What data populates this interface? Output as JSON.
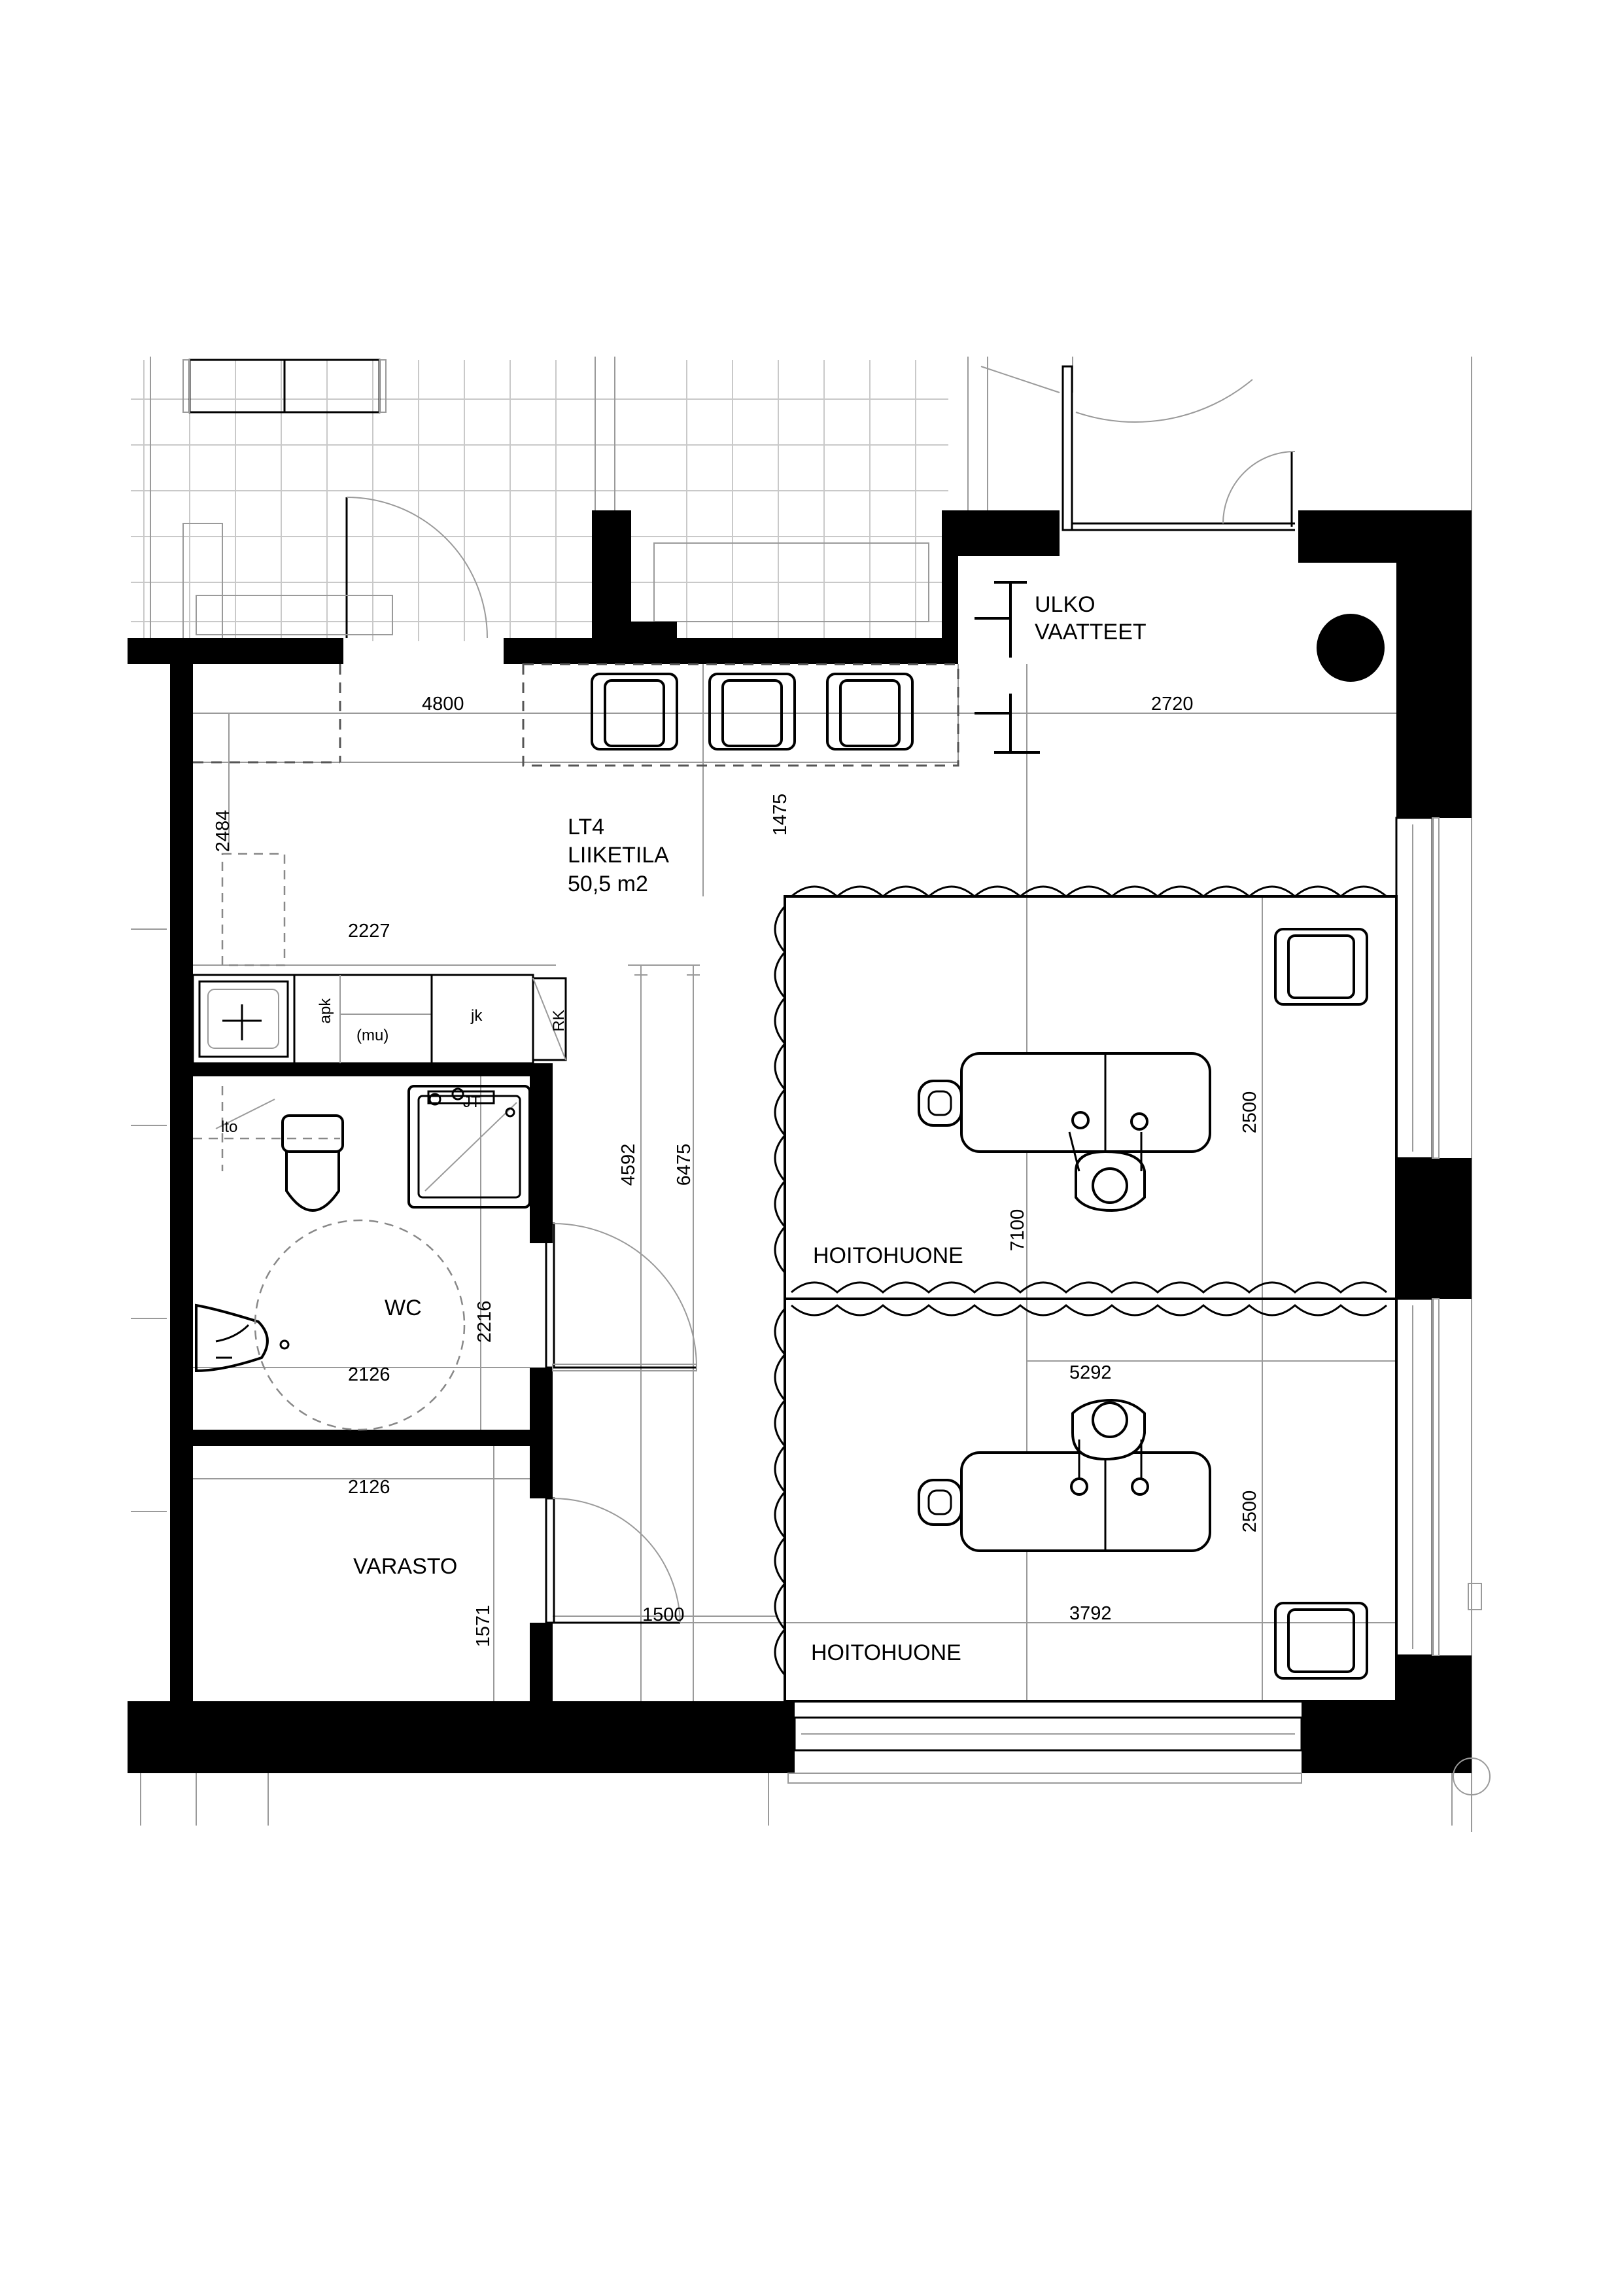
{
  "rooms": {
    "main": {
      "code": "LT4",
      "name": "LIIKETILA",
      "area": "50,5 m2"
    },
    "outer_clothes": {
      "line1": "ULKO",
      "line2": "VAATTEET"
    },
    "wc": "WC",
    "storage": "VARASTO",
    "treatment_1": "HOITOHUONE",
    "treatment_2": "HOITOHUONE"
  },
  "fixtures": {
    "apk": "apk",
    "mu": "(mu)",
    "jk": "jk",
    "rk": "RK",
    "lto": "lto",
    "jt": "JT"
  },
  "dimensions": {
    "top_left": "4800",
    "top_right": "2720",
    "left_vertical": "2484",
    "center_vertical": "1475",
    "kitchen_width": "2227",
    "v_4592": "4592",
    "v_6475": "6475",
    "room_height_1": "2500",
    "room_length": "7100",
    "wc_height": "2216",
    "wc_width": "2126",
    "room_width_total": "5292",
    "storage_width": "2126",
    "room_height_2": "2500",
    "storage_height": "1571",
    "door_width": "1500",
    "room_inner_width": "3792"
  }
}
